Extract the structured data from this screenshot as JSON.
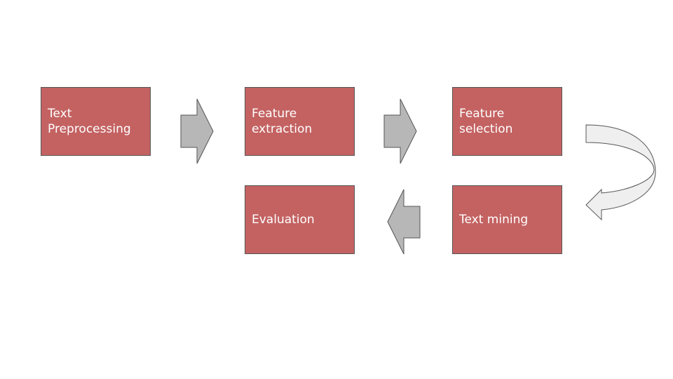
{
  "diagram": {
    "steps": [
      {
        "id": "text-preprocessing",
        "label": "Text\nPreprocessing"
      },
      {
        "id": "feature-extraction",
        "label": "Feature\nextraction"
      },
      {
        "id": "feature-selection",
        "label": "Feature\nselection"
      },
      {
        "id": "text-mining",
        "label": "Text mining"
      },
      {
        "id": "evaluation",
        "label": "Evaluation"
      }
    ],
    "colors": {
      "box_fill": "#c46262",
      "box_border": "#555555",
      "box_text": "#ffffff",
      "arrow_fill": "#b7b7b7",
      "curved_arrow_fill": "#efefef",
      "arrow_stroke": "#555555"
    },
    "connectors": [
      {
        "from": "text-preprocessing",
        "to": "feature-extraction",
        "icon": "right-arrow"
      },
      {
        "from": "feature-extraction",
        "to": "feature-selection",
        "icon": "right-arrow"
      },
      {
        "from": "feature-selection",
        "to": "text-mining",
        "icon": "curved-down-arrow"
      },
      {
        "from": "text-mining",
        "to": "evaluation",
        "icon": "left-arrow"
      }
    ]
  }
}
